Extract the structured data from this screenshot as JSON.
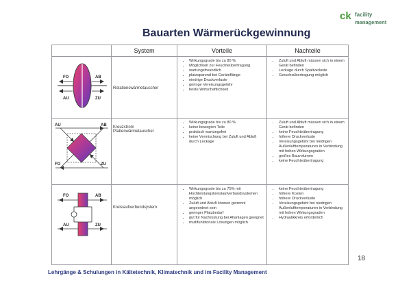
{
  "logo": {
    "mark": "ck",
    "line1": "facility",
    "line2": "management"
  },
  "title": "Bauarten Wärmerückgewinnung",
  "table": {
    "headers": [
      "System",
      "Vorteile",
      "Nachteile"
    ],
    "rows": [
      {
        "system": "Rotationswärmetauscher",
        "diagram_labels": [
          "FO",
          "AB",
          "AU",
          "ZU"
        ],
        "vorteile": [
          "Wirkungsgrade bis zu 80 %",
          "Möglichkeit zur Feuchteübertragung",
          "wartungsfreundlich",
          "platzsparend bei Geräteflänge",
          "niedrige Druckverluste",
          "geringe Vereisungsgefahr",
          "beste Wirtschaftlichkeit"
        ],
        "nachteile": [
          "Zuluft und Abluft müssen sich in einem Gerät befinden",
          "Leckage durch Spaltverluste",
          "Geruchsübertragung möglich"
        ]
      },
      {
        "system": "Kreuzstrom Plattenwärmetauscher",
        "diagram_labels": [
          "AU",
          "AB",
          "FO",
          "ZU"
        ],
        "vorteile": [
          "Wirkungsgrade bis zu 80 %",
          "keine bewegten Teile",
          "praktisch wartungsfrei",
          "keine Vermischung bei Zuluft und Abluft durch Leckage"
        ],
        "nachteile": [
          "Zuluft und Abluft müssen sich in einem Gerät befinden",
          "keine Feuchteübertragung",
          "höhere Druckverluste",
          "Vereisungsgefahr bei niedrigen Außenlufttemperaturen in Verbindung mit hohen Wirkungsgraden",
          "großes Bauvolumen",
          "keine Feuchteübertragung"
        ]
      },
      {
        "system": "Kreislaufverbundsystem",
        "diagram_labels": [
          "FO",
          "AB",
          "AU",
          "ZU"
        ],
        "vorteile": [
          "Wirkungsgrade bis zu 75% mit Hochleistungskreislaufverbundsystemen möglich",
          "Zuluft und Abluft können getrennt angeordnet sein",
          "geringer Platzbedarf",
          "gut für Nachrüstung bei Altanlagen geeignet",
          "multifunktionale Lösungen möglich"
        ],
        "nachteile": [
          "keine Feuchteübertragung",
          "höhere Kosten",
          "höhere Druckverluste",
          "Vereisungsgefahr bei niedrigen Außenlufttemperaturen in Verbindung mit hohen Wirkungsgraden",
          "Hydraulikkreis erforderlich"
        ]
      }
    ]
  },
  "page_number": "18",
  "footer": "Lehrgänge & Schulungen in Kältetechnik, Klimatechnik und im Facility Management",
  "colors": {
    "title": "#222a50",
    "footer": "#2a3a80",
    "logo": "#4a9a3c",
    "exchanger_warm": "#e0305a",
    "exchanger_cool": "#6a3ab0"
  }
}
